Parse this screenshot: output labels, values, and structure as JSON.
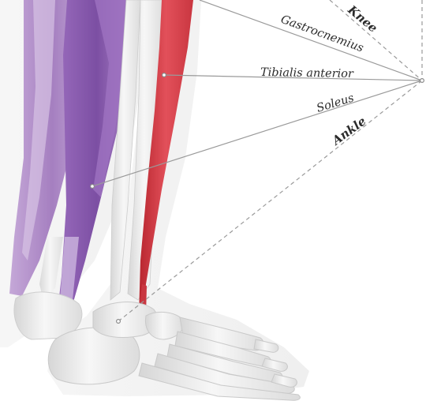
{
  "labels": {
    "knee": "Knee",
    "gastrocnemius": "Gastrocnemius",
    "tibialis_anterior": "Tibialis anterior",
    "soleus": "Soleus",
    "ankle": "Ankle"
  },
  "colors": {
    "muscle_purple": "#a57fc0",
    "muscle_purple_dark": "#7c4fa3",
    "muscle_red": "#d8404a",
    "bone": "#ececec",
    "leader_line": "#9a9a9a",
    "background": "#ffffff"
  }
}
